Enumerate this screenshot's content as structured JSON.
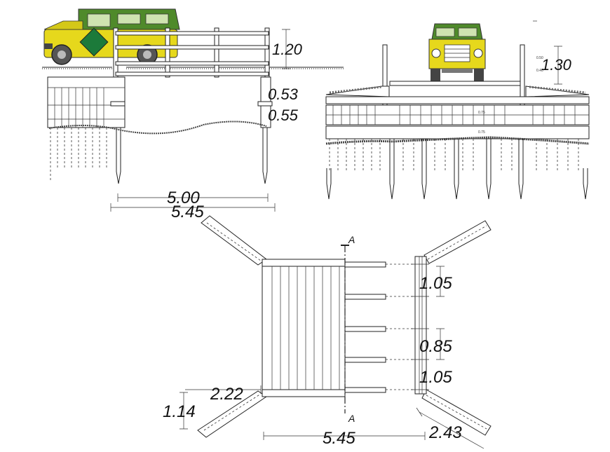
{
  "dimensions": {
    "rail_height": "1.20",
    "side_upper": "0.53",
    "side_lower": "0.55",
    "span_inner": "5.00",
    "span_outer": "5.45",
    "front_height": "1.30",
    "small_labels": [
      "0.50",
      "0.40",
      "0.75",
      "0.75"
    ],
    "plan_spacing_top": "1.05",
    "plan_spacing_mid": "0.85",
    "plan_spacing_bottom": "1.05",
    "wing_length": "2.22",
    "wing_offset": "1.14",
    "plan_width": "5.45",
    "wing_right": "2.43"
  },
  "section_marks": [
    "A",
    "A"
  ],
  "colors": {
    "vehicle_body": "#e6d81c",
    "vehicle_roof": "#4f8a2a",
    "line": "#222222"
  }
}
